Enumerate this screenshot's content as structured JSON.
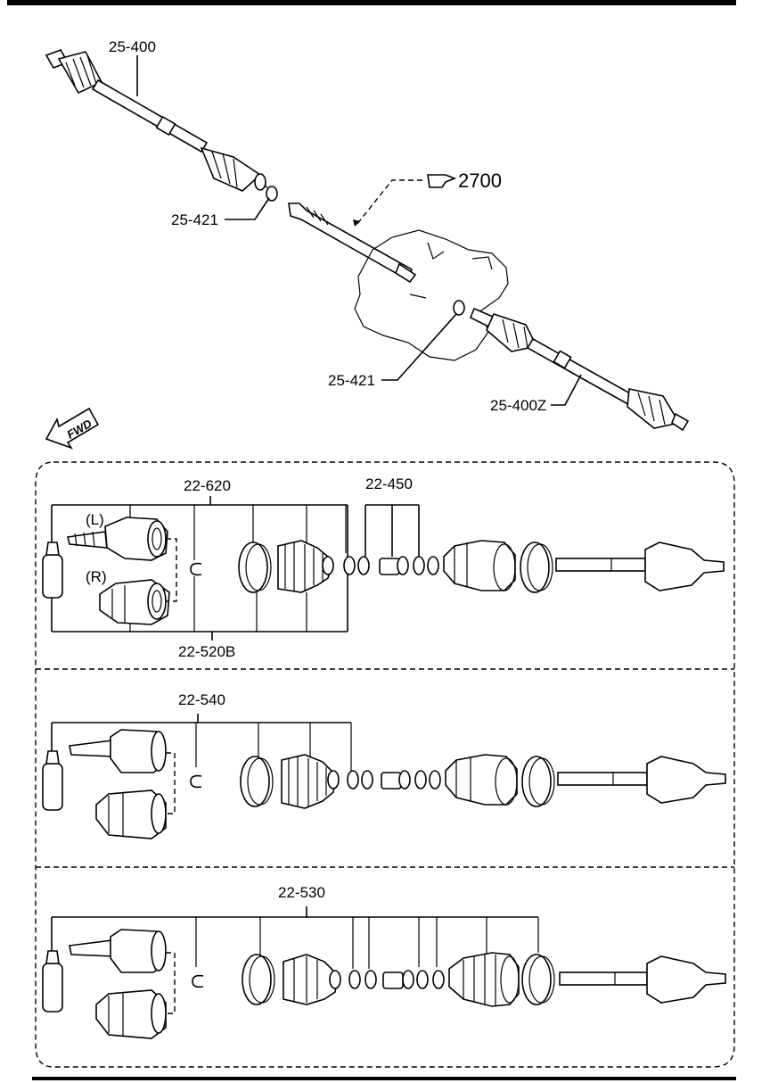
{
  "labels": {
    "shaft_upper": "25-400",
    "clip_upper": "25-421",
    "ref": "2700",
    "clip_lower": "25-421",
    "shaft_lower": "25-400Z",
    "fwd": "FWD"
  },
  "panels": [
    {
      "labels": {
        "top_left": "22-620",
        "top_right": "22-450",
        "bottom": "22-520B",
        "left": "(L)",
        "right": "(R)"
      }
    },
    {
      "labels": {
        "top": "22-540"
      }
    },
    {
      "labels": {
        "top": "22-530"
      }
    }
  ]
}
